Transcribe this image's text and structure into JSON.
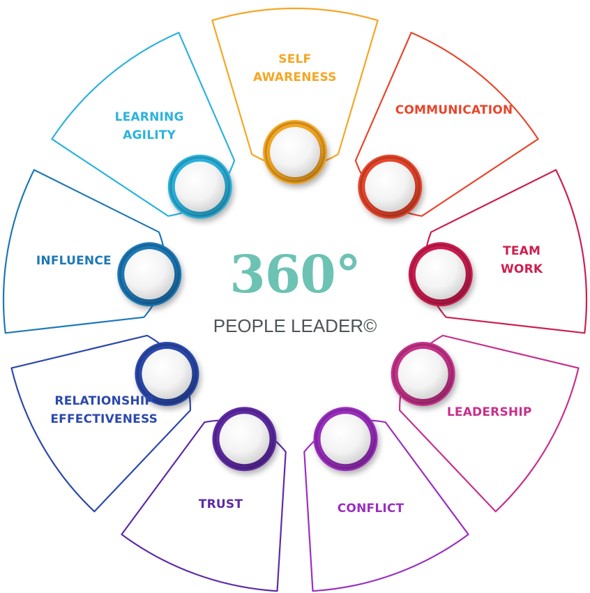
{
  "center": {
    "title": "360°",
    "subtitle": "PEOPLE LEADER©",
    "title_color": "#6cc2b3",
    "subtitle_color": "#4d5357"
  },
  "segments": [
    {
      "name": "self-awareness",
      "lines": [
        "SELF",
        "AWARENESS"
      ],
      "color": "#f5a623"
    },
    {
      "name": "communication",
      "lines": [
        "COMMUNICATION"
      ],
      "color": "#e8452c"
    },
    {
      "name": "team-work",
      "lines": [
        "TEAM",
        "WORK"
      ],
      "color": "#cc1f4f"
    },
    {
      "name": "leadership",
      "lines": [
        "LEADERSHIP"
      ],
      "color": "#c7308a"
    },
    {
      "name": "conflict",
      "lines": [
        "CONFLICT"
      ],
      "color": "#9b2ec0"
    },
    {
      "name": "trust",
      "lines": [
        "TRUST"
      ],
      "color": "#5e2aa6"
    },
    {
      "name": "relationship-effectiveness",
      "lines": [
        "RELATIONSHIP",
        "EFFECTIVENESS"
      ],
      "color": "#2c48ad"
    },
    {
      "name": "influence",
      "lines": [
        "INFLUENCE"
      ],
      "color": "#1d78b7"
    },
    {
      "name": "learning-agility",
      "lines": [
        "LEARNING",
        "AGILITY"
      ],
      "color": "#2bb2dd"
    }
  ]
}
